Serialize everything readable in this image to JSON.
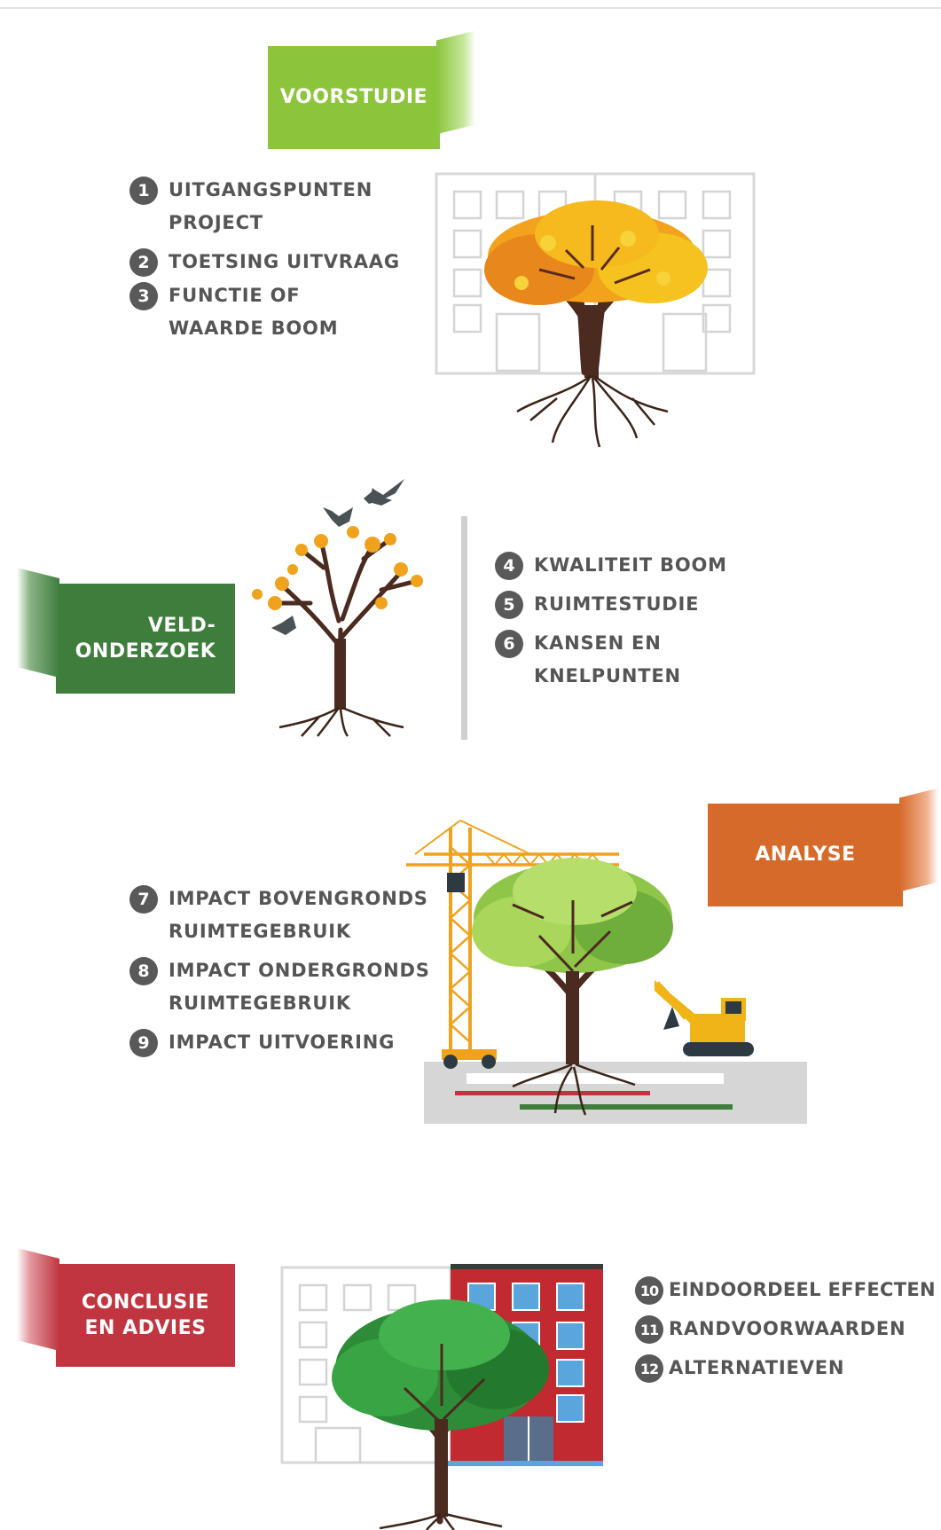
{
  "phases": [
    {
      "id": "voorstudie",
      "title": "VOORSTUDIE",
      "color": "#8cc43c",
      "steps": [
        {
          "number": "1",
          "label": "UITGANGSPUNTEN\nPROJECT"
        },
        {
          "number": "2",
          "label": "TOETSING UITVRAAG"
        },
        {
          "number": "3",
          "label": "FUNCTIE OF\nWAARDE BOOM"
        }
      ]
    },
    {
      "id": "veldonderzoek",
      "title": "VELD-\nONDERZOEK",
      "color": "#3e7d3c",
      "steps": [
        {
          "number": "4",
          "label": "KWALITEIT BOOM"
        },
        {
          "number": "5",
          "label": "RUIMTESTUDIE"
        },
        {
          "number": "6",
          "label": "KANSEN EN\nKNELPUNTEN"
        }
      ]
    },
    {
      "id": "analyse",
      "title": "ANALYSE",
      "color": "#d66a2a",
      "steps": [
        {
          "number": "7",
          "label": "IMPACT BOVENGRONDS\nRUIMTEGEBRUIK"
        },
        {
          "number": "8",
          "label": "IMPACT ONDERGRONDS\nRUIMTEGEBRUIK"
        },
        {
          "number": "9",
          "label": "IMPACT UITVOERING"
        }
      ]
    },
    {
      "id": "conclusie",
      "title": "CONCLUSIE\nEN ADVIES",
      "color": "#c0353f",
      "steps": [
        {
          "number": "10",
          "label": "EINDOORDEEL EFFECTEN"
        },
        {
          "number": "11",
          "label": "RANDVOORWAARDEN"
        },
        {
          "number": "12",
          "label": "ALTERNATIEVEN"
        }
      ]
    }
  ],
  "icons": {
    "phase1": "autumn-tree-before-building-icon",
    "phase2": "bare-tree-with-birds-icon",
    "phase3": "tree-with-crane-and-excavator-icon",
    "phase4": "green-tree-before-red-building-icon"
  }
}
